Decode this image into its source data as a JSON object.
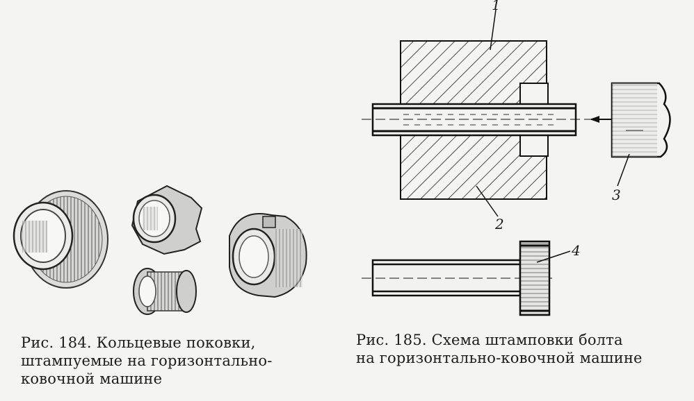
{
  "figure184": {
    "caption_line1": "Рис. 184. Кольцевые поковки,",
    "caption_line2": "штампуемые на горизонтально-",
    "caption_line3": "ковочной машине"
  },
  "figure185": {
    "caption_line1": "Рис. 185. Схема штамповки болта",
    "caption_line2": "на горизонтально-ковочной машине",
    "labels": [
      "1",
      "2",
      "3",
      "4"
    ]
  }
}
